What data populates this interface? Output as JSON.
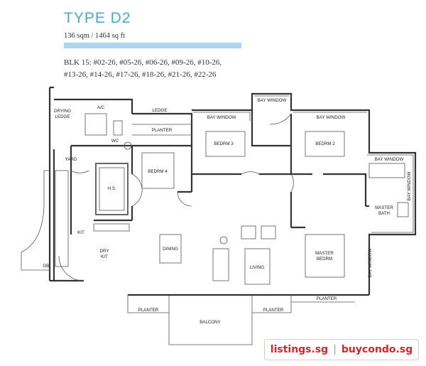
{
  "header": {
    "title": "TYPE D2",
    "area": "136 sqm / 1464 sq ft",
    "units_line1": "BLK 15:  #02-26, #05-26, #06-26, #09-26, #10-26,",
    "units_line2": "#13-26, #14-26, #17-26, #18-26, #21-26, #22-26"
  },
  "rooms": {
    "drying_ledge": "DRYING",
    "drying_ledge2": "LEDGE",
    "ac": "A/C",
    "ledge": "LEDGE",
    "planter_top": "PLANTER",
    "wc": "WC",
    "yard": "YARD",
    "bedrm4": "BEDRM 4",
    "hs": "H.S",
    "kit": "KIT",
    "dry_kit": "DRY",
    "dry_kit2": "KIT",
    "db": "DB",
    "dining": "DINING",
    "living": "LIVING",
    "bedrm3": "BEDRM 3",
    "bedrm2": "BEDRM 2",
    "master_bath": "MASTER",
    "master_bath2": "BATH",
    "master_bedrm": "MASTER",
    "master_bedrm2": "BEDRM",
    "bay_window_1": "BAY WINDOW",
    "bay_window_2": "BAY WINDOW",
    "bay_window_3": "BAY WINDOW",
    "bay_window_4": "BAY WINDOW",
    "bay_window_5": "BAY WINDOW",
    "bay_window_6": "BAY WINDOW",
    "planter_left": "PLANTER",
    "planter_mid": "PLANTER",
    "planter_right": "PLANTER",
    "balcony": "BALCONY"
  },
  "watermark": {
    "site1": "listings.sg",
    "sep": "|",
    "site2": "buycondo.sg"
  },
  "colors": {
    "title": "#45a9d6",
    "bar": "#a8d8f0",
    "watermark": "#d6242a"
  }
}
